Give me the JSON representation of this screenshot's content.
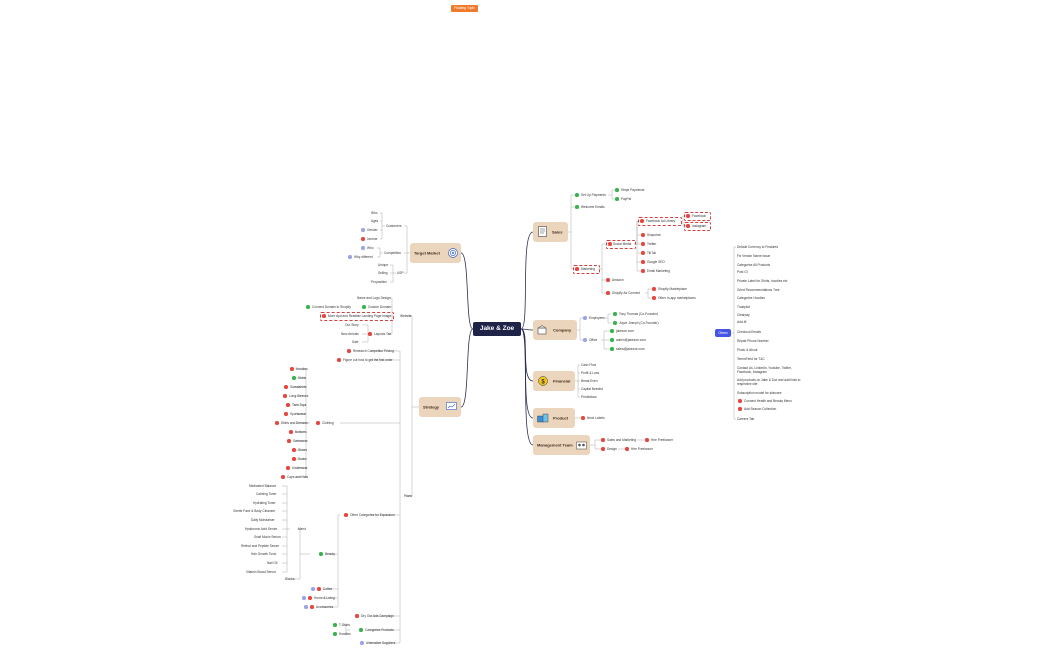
{
  "badge": {
    "label": "Floating Topic"
  },
  "root": {
    "label": "Jake & Zoe"
  },
  "main": {
    "sales": "Sales",
    "company": "Company",
    "financial": "Financial",
    "product": "Product",
    "management": "Management Team",
    "target": "Target Market",
    "strategy": "Strategy",
    "others": "Others"
  },
  "sales": {
    "setup": "Set Up Payments",
    "stripe": "Stripe Payments",
    "paypal": "PayPal",
    "welcome": "Welcome Emails",
    "social": "Social Media",
    "fb_ads": "Facebook Ad Library",
    "facebook": "Facebook",
    "instagram": "Instagram",
    "snapchat": "Snapchat",
    "twitter": "Twitter",
    "tiktok": "TikTok",
    "google": "Google SEO",
    "email": "Email Marketing",
    "marketing": "Marketing",
    "amazon": "Amazon",
    "shopify_connect": "Shopify Ad Connect",
    "shopify_market": "Shopify Marketplace",
    "other_apps": "Other In-app marketplaces"
  },
  "company": {
    "employees": "Employees",
    "tony": "Tony Thomas (Co-Founder)",
    "joyce": "Joyce Joseph (Co-Founder)",
    "office": "Office",
    "site": "jakezoe.com",
    "admin": "admin@jakezoe.com",
    "sales": "sales@jakezoe.com"
  },
  "financial": {
    "cash": "Cash Flow",
    "pl": "Profit & Loss",
    "break": "Break Even",
    "capital": "Capital Needed",
    "pred": "Predictions"
  },
  "product": {
    "labels": "Neck Labels"
  },
  "management": {
    "sm": "Sales and Marketing",
    "hire1": "Hire Freelancer",
    "design": "Design",
    "hire2": "Hire Freelancer"
  },
  "target": {
    "customers": "Customers",
    "who": "Who",
    "ages": "Ages",
    "gender": "Gender",
    "income": "Income",
    "competition": "Competition",
    "who2": "Who",
    "why": "Why different",
    "usp": "USP",
    "unique": "Unique",
    "selling": "Selling",
    "prop": "Proposition"
  },
  "strategy": {
    "website": "Website",
    "name_logo": "Name and Logo Design",
    "custom_domain": "Custom Domain",
    "connect_domain": "Connect Domain to Shopify",
    "more_apd": "More Apd and Realistic Landing Page Image",
    "layouts": "Layouts Tab",
    "our_story": "Our Story",
    "new_arrivals": "New Arrivals",
    "sale": "Sale",
    "research": "Research Competitor Pricing",
    "figure": "Figure out how to get the first order",
    "clothing": "Clothing",
    "hoodies": "Hoodies",
    "shirts": "Shirts",
    "sweatshirts": "Sweatshirts",
    "long_sleeves": "Long Sleeves",
    "tank_tops": "Tank Tops",
    "sportswear": "Sportswear",
    "skirts": "Skirts and Dresses",
    "bottoms": "Bottoms",
    "swimwear": "Swimwear",
    "shoes": "Shoes",
    "socks": "Socks",
    "underwear": "Underwear",
    "caps": "Caps and Hats",
    "plans": "Plans",
    "other_cats": "Other Categories for Expansion",
    "beauty": "Beauty",
    "mend": "Mend",
    "b1": "Medicated Balance",
    "b2": "Calming Toner",
    "b3": "Hydrating Toner",
    "b4": "Gentle Face & Body Cleanser",
    "b5": "Daily Moisturiser",
    "b6": "Hyaluronic Acid Serum",
    "b7": "Snail Mucin Serum",
    "b8": "Retinol and Peptide Serum",
    "b9": "Hair Growth Tonic",
    "b10": "Nail Oil",
    "b11": "Vitamin Boost Serum",
    "blanks": "Blanks",
    "coffee": "Coffee",
    "home": "Home & Living",
    "accessories": "Accessories",
    "diy": "Dry Our Ads Campaign",
    "cat_products": "Categorise Products",
    "tshirts": "T-Shirts",
    "hoodies2": "Hoodies",
    "alt_suppliers": "Alternative Suppliers"
  },
  "others": {
    "items": [
      "Default Currency to Featured",
      "Fix Vendor Name Issue",
      "Categorise All Products",
      "Post GI",
      "Private Label for Shirts, hoodies etc",
      "Grind Recommendations Tree",
      "Categorise Hoodies",
      "Trustpilot",
      "Clearpay",
      "Add-ItI",
      "Checkout Emails",
      "Repair Phone Number",
      "Photo & About",
      "TermsFeed for T&C",
      "Contact Us, LinkedIn, Youtube, Twitter, Facebook, Instagram",
      "Add products on Jake & Zoe and add links to respective site",
      "Subscription model for skincare",
      "Connect Health and Beauty Menu",
      "Add Season Collection",
      "Careers Tab"
    ]
  }
}
